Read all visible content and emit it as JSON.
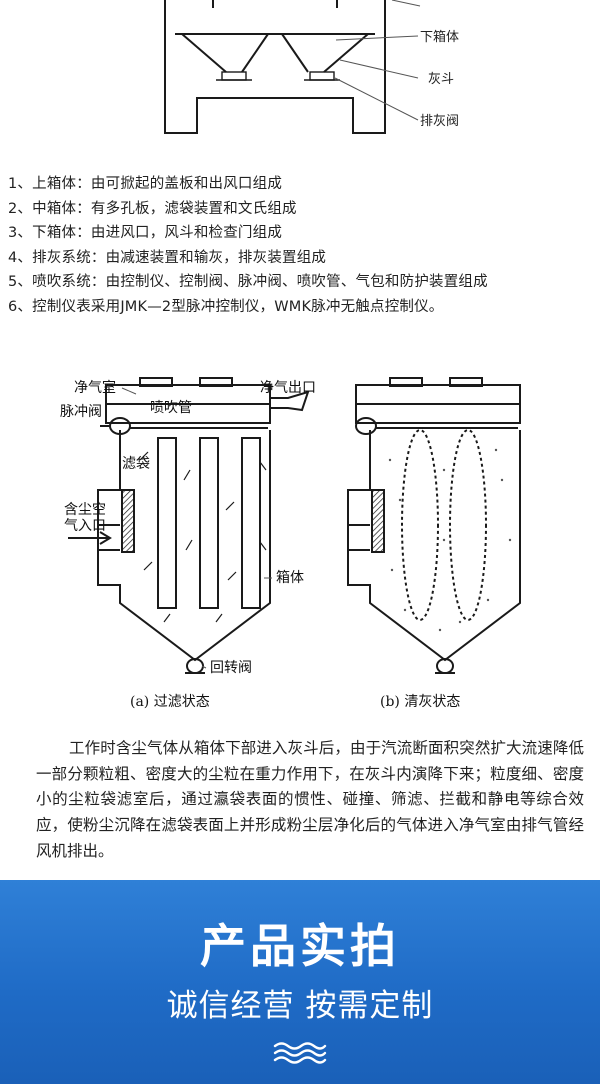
{
  "top_diagram": {
    "labels": [
      "下箱体",
      "灰斗",
      "排灰阀"
    ]
  },
  "components": [
    "1、上箱体：由可掀起的盖板和出风口组成",
    "2、中箱体：有多孔板，滤袋装置和文氏组成",
    "3、下箱体：由进风口，风斗和检查门组成",
    "4、排灰系统：由减速装置和输灰，排灰装置组成",
    "5、喷吹系统：由控制仪、控制阀、脉冲阀、喷吹管、气包和防护装置组成",
    "6、控制仪表采用JMK—2型脉冲控制仪，WMK脉冲无触点控制仪。"
  ],
  "filter_diagram": {
    "labels": {
      "clean_chamber": "净气室",
      "clean_outlet": "净气出口",
      "pulse_valve": "脉冲阀",
      "blow_pipe": "喷吹管",
      "filter_bag": "滤袋",
      "dusty_inlet_line1": "含尘空",
      "dusty_inlet_line2": "气入口",
      "box_body": "箱体",
      "rotary_valve": "回转阀"
    },
    "captions": {
      "filtering": "(a) 过滤状态",
      "cleaning": "(b) 清灰状态"
    }
  },
  "description": "工作时含尘气体从箱体下部进入灰斗后，由于汽流断面积突然扩大流速降低一部分颗粒粗、密度大的尘粒在重力作用下，在灰斗内演降下来；粒度细、密度小的尘粒袋滤室后，通过瀛袋表面的惯性、碰撞、筛滤、拦截和静电等综合效应，使粉尘沉降在滤袋表面上并形成粉尘层净化后的气体进入净气室由排气管经风机排出。",
  "banner": {
    "title": "产品实拍",
    "subtitle": "诚信经营 按需定制"
  },
  "colors": {
    "banner_top": "#2f80d7",
    "banner_bottom": "#1a60b8",
    "line": "#1a1a1a",
    "label_line": "#555555"
  },
  "icons": [
    "wave-icon"
  ]
}
